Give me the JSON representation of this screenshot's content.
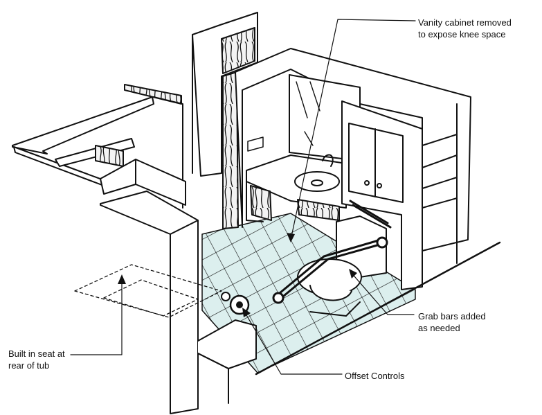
{
  "callouts": {
    "vanity": "Vanity cabinet removed\nto expose knee space",
    "grab_bars": "Grab bars added\nas needed",
    "seat": "Built in seat at\nrear of tub",
    "offset_controls": "Offset Controls"
  },
  "colors": {
    "line": "#111111",
    "tile_fill": "#dcefee",
    "wood_fill": "#f3f3f3",
    "background": "#ffffff"
  }
}
